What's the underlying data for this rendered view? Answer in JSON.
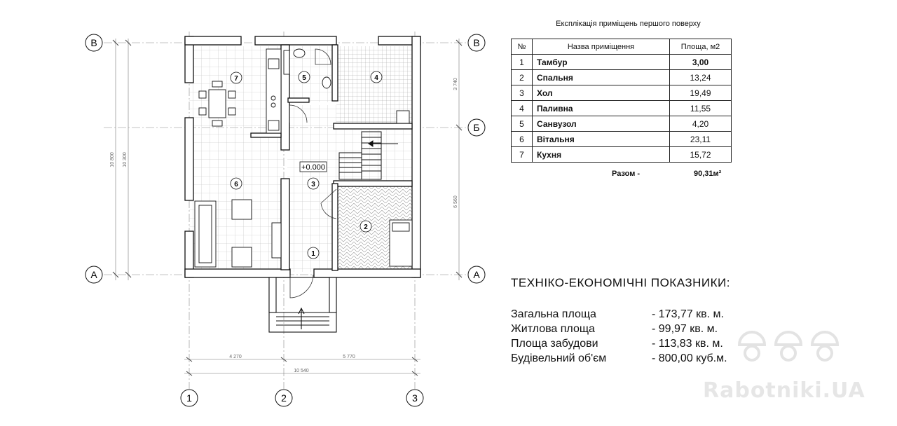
{
  "plan": {
    "axis_letters": [
      "В",
      "Б",
      "А"
    ],
    "axis_numbers": [
      "1",
      "2",
      "3"
    ],
    "dims": {
      "bottom_left": "4 270",
      "bottom_right": "5 770",
      "bottom_total": "10 540",
      "left_outer": "10 800",
      "left_inner": "10 300",
      "right_top": "3 740",
      "right_bottom": "6 560"
    },
    "level_mark": "+0.000",
    "room_markers": [
      "1",
      "2",
      "3",
      "4",
      "5",
      "6",
      "7"
    ]
  },
  "rooms_table": {
    "title": "Експлікація приміщень першого поверху",
    "headers": [
      "№",
      "Назва приміщення",
      "Площа, м2"
    ],
    "rows": [
      {
        "num": "1",
        "name": "Тамбур",
        "area": "3,00"
      },
      {
        "num": "2",
        "name": "Спальня",
        "area": "13,24"
      },
      {
        "num": "3",
        "name": "Хол",
        "area": "19,49"
      },
      {
        "num": "4",
        "name": "Паливна",
        "area": "11,55"
      },
      {
        "num": "5",
        "name": "Санвузол",
        "area": "4,20"
      },
      {
        "num": "6",
        "name": "Вітальня",
        "area": "23,11"
      },
      {
        "num": "7",
        "name": "Кухня",
        "area": "15,72"
      }
    ],
    "total_label": "Разом -",
    "total_value": "90,31м²"
  },
  "tei": {
    "title": "ТЕХНІКО-ЕКОНОМІЧНІ ПОКАЗНИКИ:",
    "rows": [
      {
        "label": "Загальна площа",
        "value": "- 173,77 кв. м."
      },
      {
        "label": "Житлова площа",
        "value": "- 99,97 кв. м."
      },
      {
        "label": "Площа забудови",
        "value": "- 113,83 кв. м."
      },
      {
        "label": "Будівельний об'єм",
        "value": "- 800,00 куб.м."
      }
    ]
  },
  "watermark": "Rabotniki.UA"
}
